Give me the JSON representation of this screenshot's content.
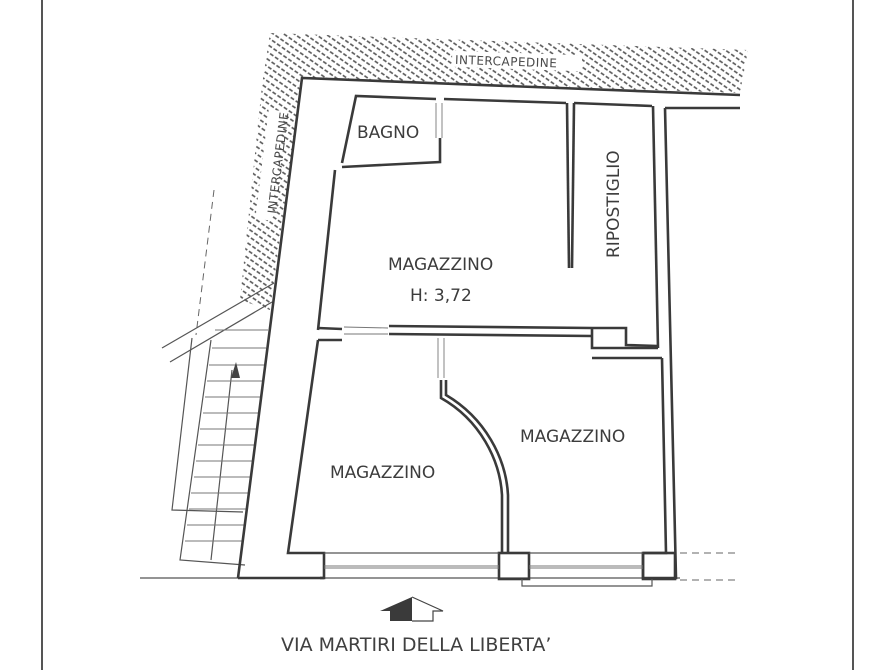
{
  "plan": {
    "rooms": {
      "bagno": "BAGNO",
      "ripostiglio": "RIPOSTIGLIO",
      "magazzino_main": "MAGAZZINO",
      "magazzino_main_height": "H: 3,72",
      "magazzino_left": "MAGAZZINO",
      "magazzino_right": "MAGAZZINO"
    },
    "intercapedine_top": "INTERCAPEDINE",
    "intercapedine_left": "INTERCAPEDINE",
    "street": "VIA MARTIRI DELLA LIBERTA’",
    "colors": {
      "wall": "#3a3a3a",
      "hatch": "#555555",
      "text": "#3c3c3c",
      "background": "#ffffff"
    },
    "icons": {
      "entrance": "entrance-arrow-icon",
      "stair_direction": "stair-up-arrow-icon"
    }
  }
}
